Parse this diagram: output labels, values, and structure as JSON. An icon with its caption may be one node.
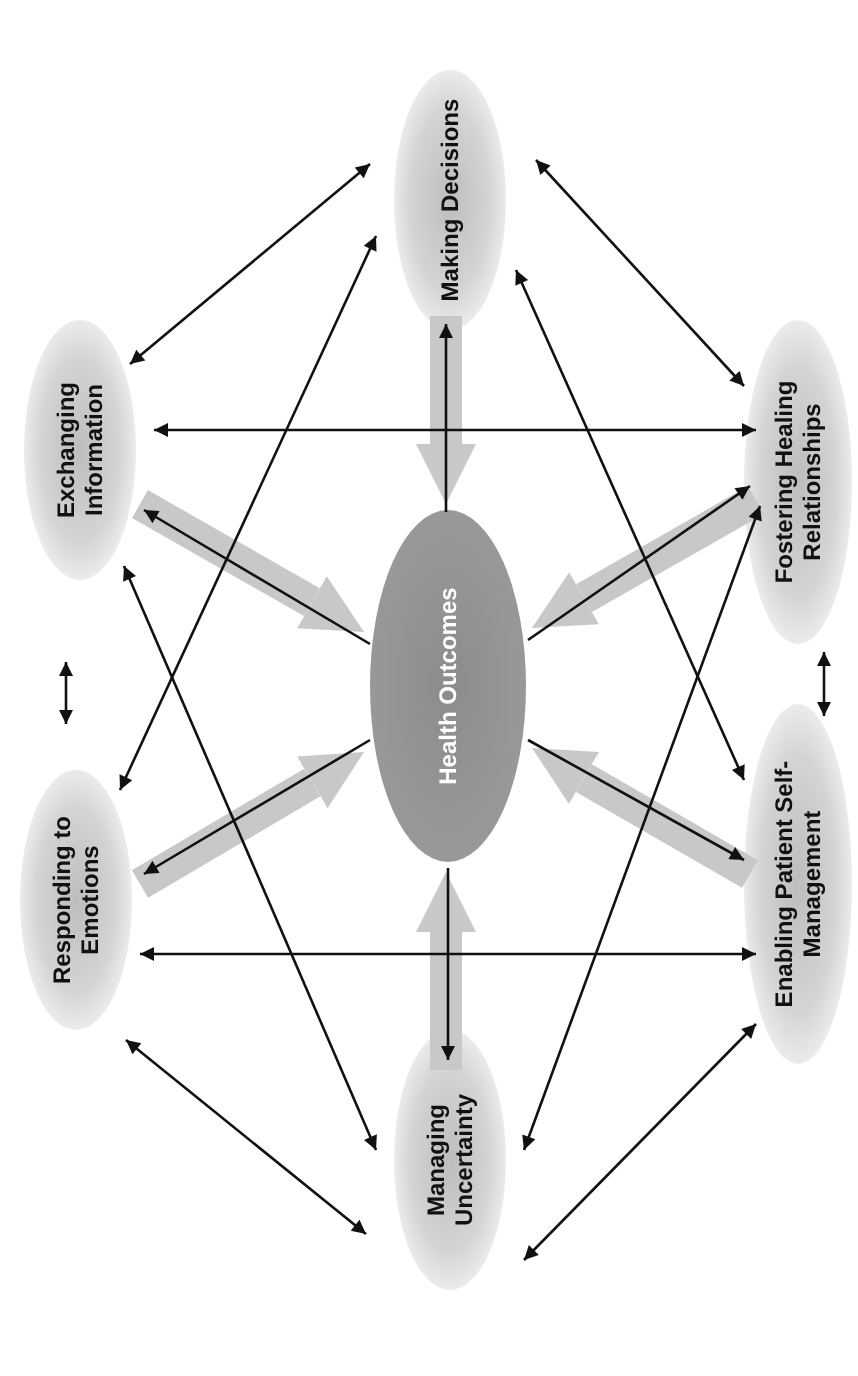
{
  "diagram": {
    "nodes": [
      {
        "text": [
          "Making Decisions"
        ]
      },
      {
        "text": [
          "Exchanging Information"
        ]
      },
      {
        "text": [
          "Fostering Healing Relationships"
        ]
      },
      {
        "text": [
          "Health Outcomes"
        ]
      },
      {
        "text": [
          "Responding to Emotions"
        ]
      },
      {
        "text": [
          "Enabling Patient Self-Management"
        ]
      },
      {
        "text": [
          "Managing Uncertainty"
        ]
      }
    ],
    "edges": [
      {
        "from": 0,
        "to": 1,
        "arrow": "both"
      },
      {
        "from": 0,
        "to": 2,
        "arrow": "both"
      },
      {
        "from": 1,
        "to": 2,
        "arrow": "both"
      },
      {
        "from": 0,
        "to": 4,
        "arrow": "both"
      },
      {
        "from": 0,
        "to": 5,
        "arrow": "both"
      },
      {
        "from": 1,
        "to": 4,
        "arrow": "both"
      },
      {
        "from": 2,
        "to": 5,
        "arrow": "both"
      },
      {
        "from": 1,
        "to": 6,
        "arrow": "both"
      },
      {
        "from": 2,
        "to": 6,
        "arrow": "both"
      },
      {
        "from": 4,
        "to": 5,
        "arrow": "both"
      },
      {
        "from": 4,
        "to": 6,
        "arrow": "both"
      },
      {
        "from": 5,
        "to": 6,
        "arrow": "both"
      },
      {
        "from": 3,
        "to": 0,
        "arrow": "to"
      },
      {
        "from": 3,
        "to": 1,
        "arrow": "to"
      },
      {
        "from": 3,
        "to": 2,
        "arrow": "to"
      },
      {
        "from": 3,
        "to": 4,
        "arrow": "to"
      },
      {
        "from": 3,
        "to": 5,
        "arrow": "to"
      },
      {
        "from": 3,
        "to": 6,
        "arrow": "to"
      },
      {
        "from": 0,
        "to": 3,
        "arrow": "to",
        "style": "thick",
        "color": "#c8c8c8"
      },
      {
        "from": 1,
        "to": 3,
        "arrow": "to",
        "style": "thick",
        "color": "#c8c8c8"
      },
      {
        "from": 2,
        "to": 3,
        "arrow": "to",
        "style": "thick",
        "color": "#c8c8c8"
      },
      {
        "from": 4,
        "to": 3,
        "arrow": "to",
        "style": "thick",
        "color": "#c8c8c8"
      },
      {
        "from": 5,
        "to": 3,
        "arrow": "to",
        "style": "thick",
        "color": "#c8c8c8"
      },
      {
        "from": 6,
        "to": 3,
        "arrow": "to",
        "style": "thick",
        "color": "#c8c8c8"
      }
    ]
  }
}
